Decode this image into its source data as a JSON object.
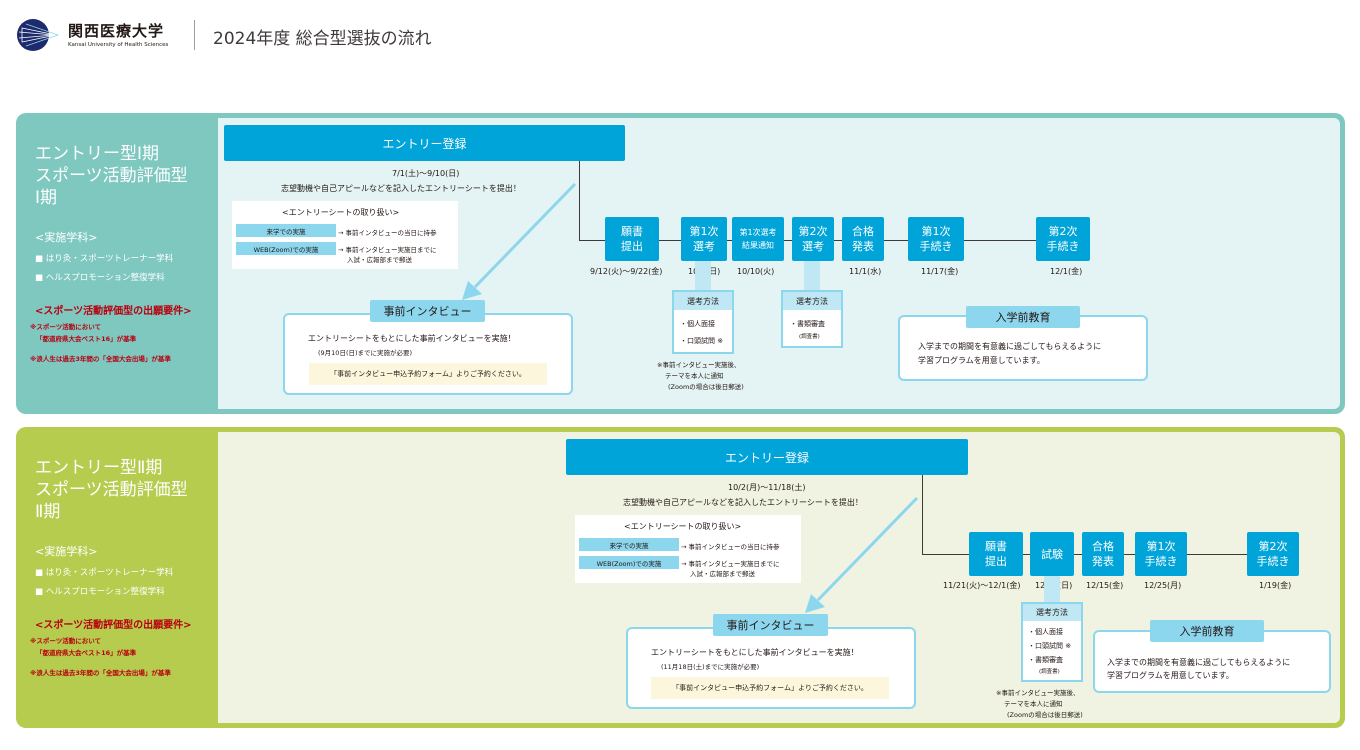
{
  "header": {
    "university_name": "関西医療大学",
    "university_name_en": "Kansai University of Health Sciences",
    "page_title": "2024年度 総合型選抜の流れ"
  },
  "colors": {
    "accent_blue": "#00a4d9",
    "light_blue": "#8cd6ee",
    "panel1": "#7ec8c0",
    "panel2": "#b5cc4f",
    "requirement_red": "#b8000f"
  },
  "period1": {
    "title": "エントリー型Ⅰ期\nスポーツ活動評価型\nⅠ期",
    "departments_heading": "<実施学科>",
    "departments": [
      "■ はり灸・スポーツトレーナー学科",
      "■ ヘルスプロモーション整復学科"
    ],
    "requirements_heading": "<スポーツ活動評価型の出願要件>",
    "requirements_note1": "※スポーツ活動において",
    "requirements_note2": "「都道府県大会ベスト16」が基準",
    "requirements_note3": "※浪人生は過去3年間の「全国大会出場」が基準",
    "entry_label": "エントリー登録",
    "entry_dates": "7/1(土)〜9/10(日)",
    "entry_desc": "志望動機や自己アピールなどを記入したエントリーシートを提出！",
    "handling_title": "<エントリーシートの取り扱い>",
    "handling_visit_label": "来学での実施",
    "handling_visit_text": "→ 事前インタビューの当日に持参",
    "handling_web_label": "WEB(Zoom)での実施",
    "handling_web_text1": "→ 事前インタビュー実施日までに",
    "handling_web_text2": "入試・広報部まで郵送",
    "interview_label": "事前インタビュー",
    "interview_text": "エントリーシートをもとにした事前インタビューを実施！",
    "interview_deadline": "(9月10日(日)までに実施が必要)",
    "interview_form": "「事前インタビュー申込予約フォーム」よりご予約ください。",
    "steps": [
      {
        "label": "願書\n提出",
        "date": "9/12(火)〜9/22(金)"
      },
      {
        "label": "第1次\n選考",
        "date": "10/1(日)"
      },
      {
        "label": "第1次選考\n結果通知",
        "date": "10/10(火)"
      },
      {
        "label": "第2次\n選考",
        "date": ""
      },
      {
        "label": "合格\n発表",
        "date": "11/1(水)"
      },
      {
        "label": "第1次\n手続き",
        "date": "11/17(金)"
      },
      {
        "label": "第2次\n手続き",
        "date": "12/1(金)"
      }
    ],
    "method1_heading": "選考方法",
    "method1_items": [
      "・個人面接",
      "・口頭試問 ※"
    ],
    "method1_note1": "※事前インタビュー実施後、",
    "method1_note2": "テーマを本人に通知",
    "method1_note3": "(Zoomの場合は後日郵送)",
    "method2_heading": "選考方法",
    "method2_items": [
      "・書類審査"
    ],
    "method2_sub": "(調査書)",
    "pre_edu_label": "入学前教育",
    "pre_edu_text1": "入学までの期間を有意義に過ごしてもらえるように",
    "pre_edu_text2": "学習プログラムを用意しています。"
  },
  "period2": {
    "title": "エントリー型Ⅱ期\nスポーツ活動評価型\nⅡ期",
    "departments_heading": "<実施学科>",
    "departments": [
      "■ はり灸・スポーツトレーナー学科",
      "■ ヘルスプロモーション整復学科"
    ],
    "requirements_heading": "<スポーツ活動評価型の出願要件>",
    "requirements_note1": "※スポーツ活動において",
    "requirements_note2": "「都道府県大会ベスト16」が基準",
    "requirements_note3": "※浪人生は過去3年間の「全国大会出場」が基準",
    "entry_label": "エントリー登録",
    "entry_dates": "10/2(月)〜11/18(土)",
    "entry_desc": "志望動機や自己アピールなどを記入したエントリーシートを提出！",
    "handling_title": "<エントリーシートの取り扱い>",
    "handling_visit_label": "来学での実施",
    "handling_visit_text": "→ 事前インタビューの当日に持参",
    "handling_web_label": "WEB(Zoom)での実施",
    "handling_web_text1": "→ 事前インタビュー実施日までに",
    "handling_web_text2": "入試・広報部まで郵送",
    "interview_label": "事前インタビュー",
    "interview_text": "エントリーシートをもとにした事前インタビューを実施！",
    "interview_deadline": "(11月18日(土)までに実施が必要)",
    "interview_form": "「事前インタビュー申込予約フォーム」よりご予約ください。",
    "steps": [
      {
        "label": "願書\n提出",
        "date": "11/21(火)〜12/1(金)"
      },
      {
        "label": "試験",
        "date": "12/10(日)"
      },
      {
        "label": "合格\n発表",
        "date": "12/15(金)"
      },
      {
        "label": "第1次\n手続き",
        "date": "12/25(月)"
      },
      {
        "label": "第2次\n手続き",
        "date": "1/19(金)"
      }
    ],
    "method_heading": "選考方法",
    "method_items": [
      "・個人面接",
      "・口頭試問 ※",
      "・書類審査"
    ],
    "method_sub": "(調査書)",
    "method_note1": "※事前インタビュー実施後、",
    "method_note2": "テーマを本人に通知",
    "method_note3": "(Zoomの場合は後日郵送)",
    "pre_edu_label": "入学前教育",
    "pre_edu_text1": "入学までの期間を有意義に過ごしてもらえるように",
    "pre_edu_text2": "学習プログラムを用意しています。"
  }
}
